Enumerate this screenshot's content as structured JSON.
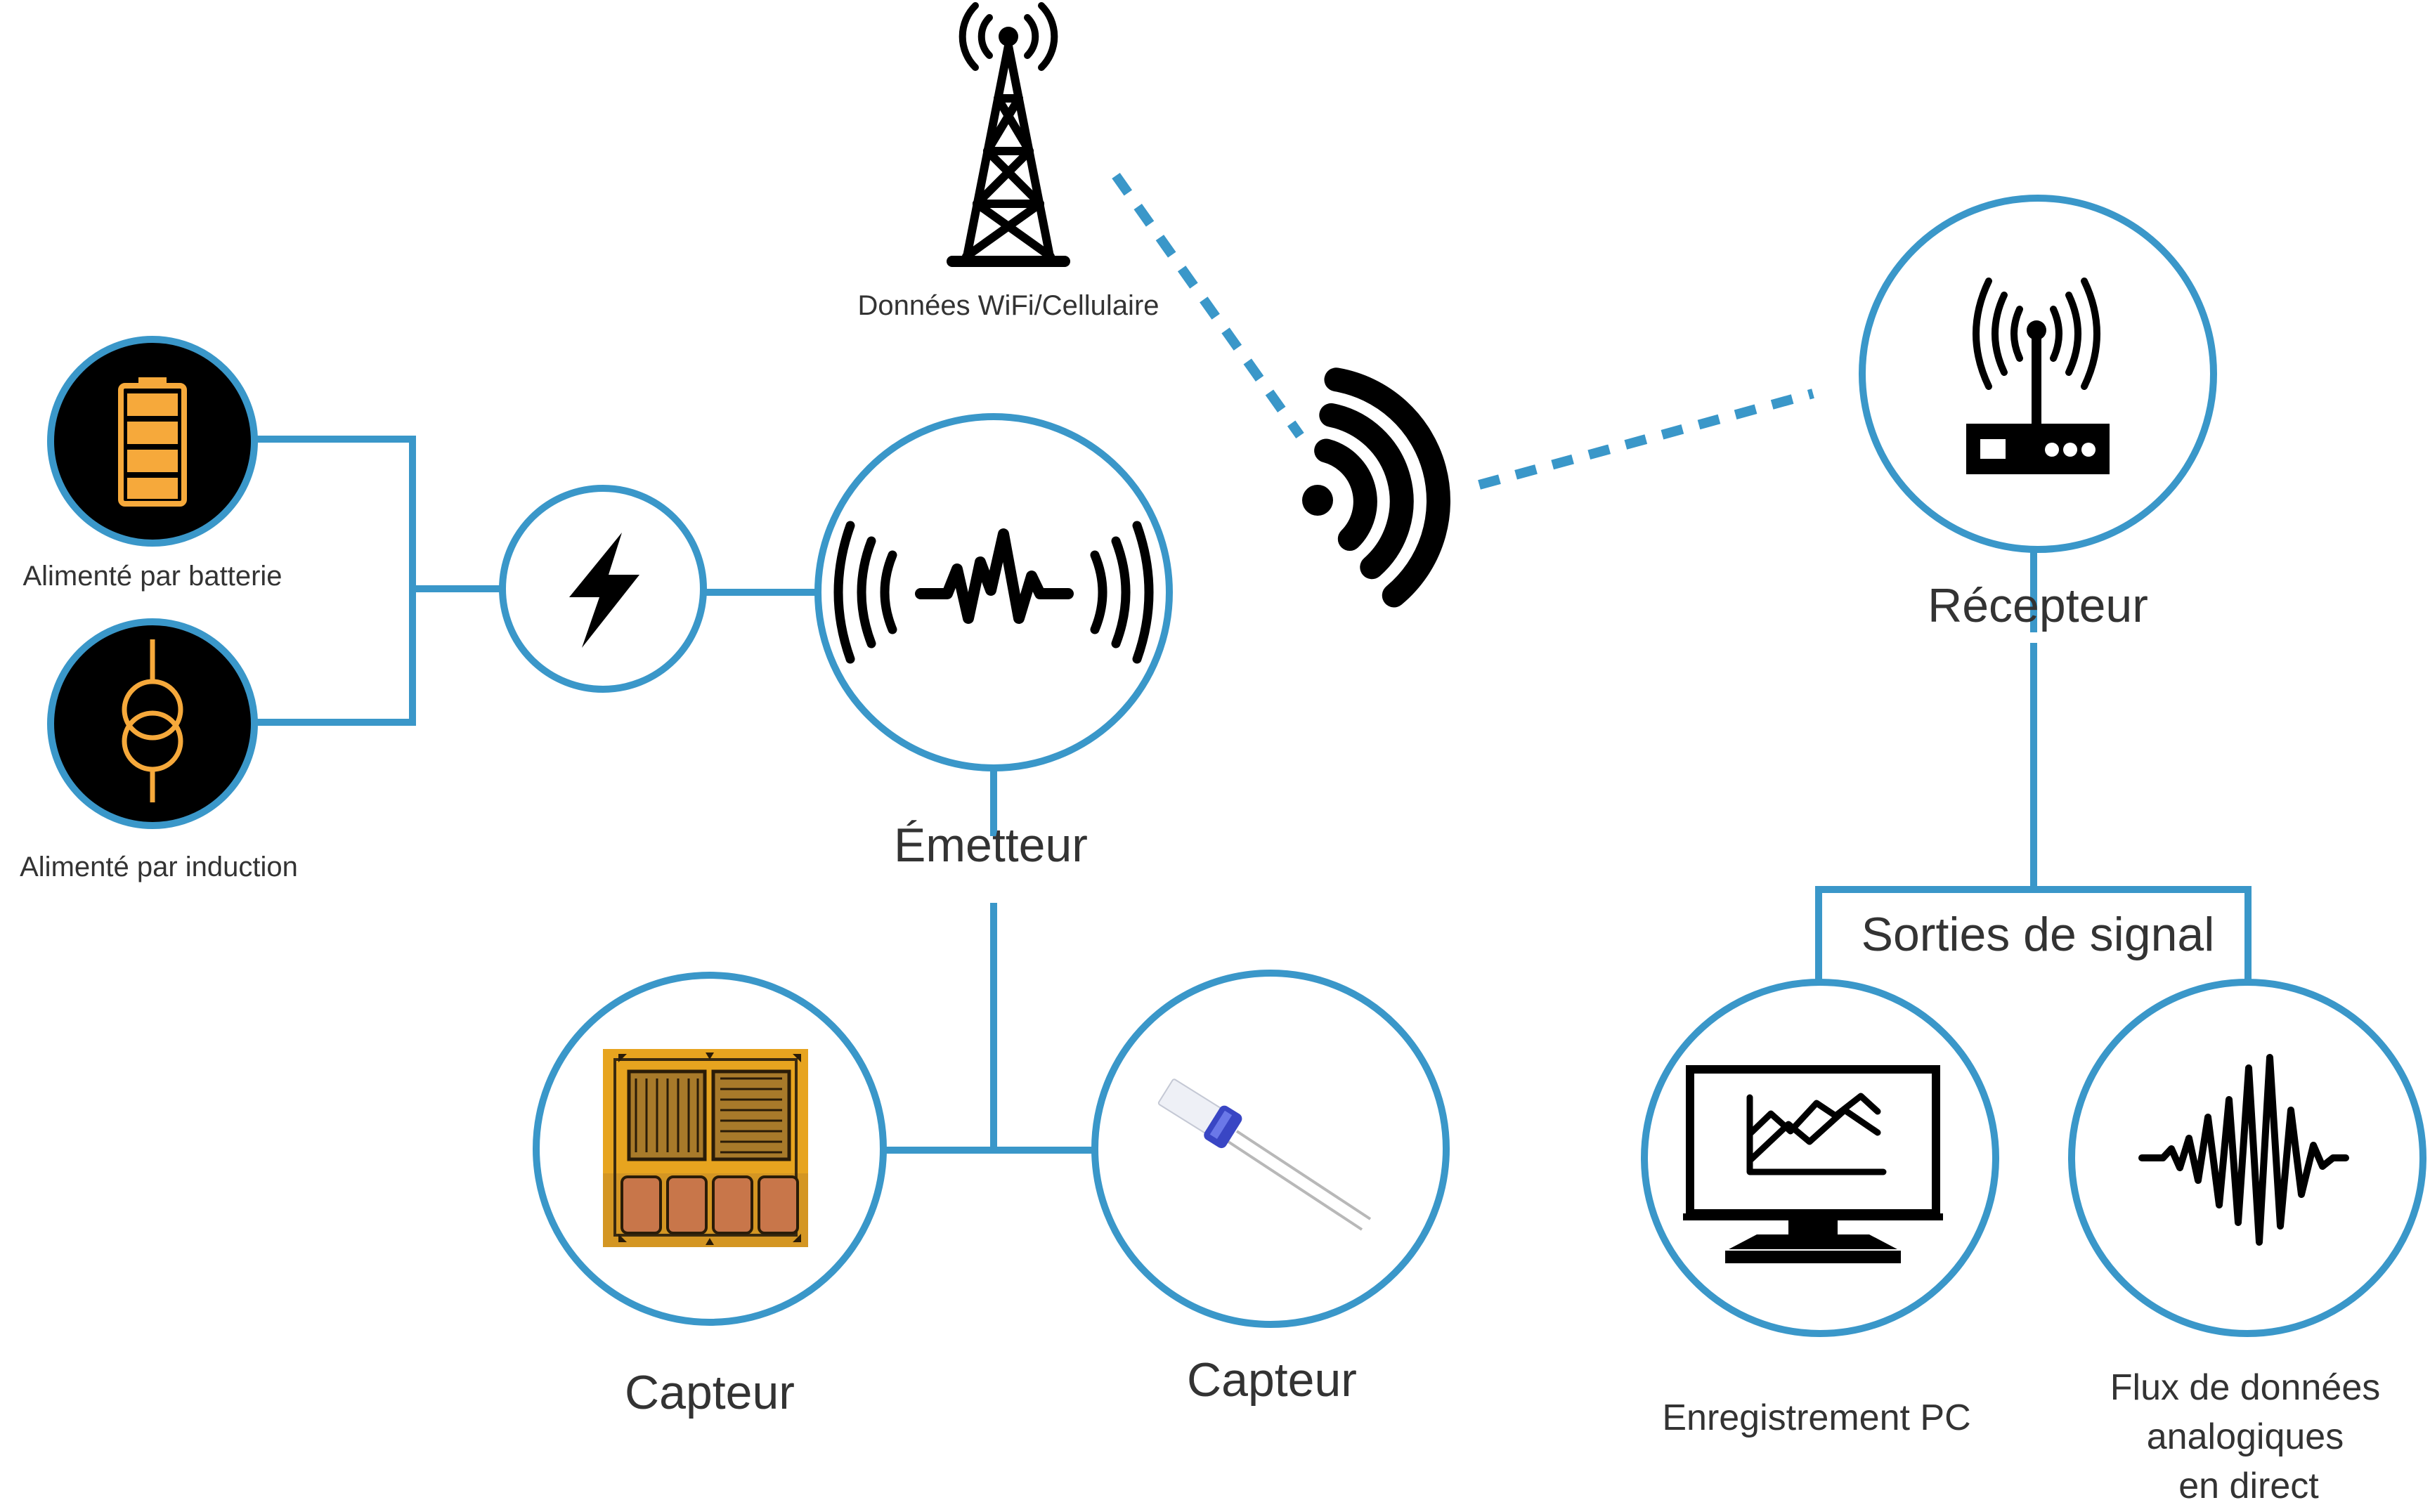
{
  "colors": {
    "accent_blue": "#3a97c9",
    "battery_orange": "#f6a93b",
    "node_black": "#000000",
    "label_gray": "#333333"
  },
  "labels": {
    "tower": "Données WiFi/Cellulaire",
    "battery": "Alimenté par batterie",
    "induction": "Alimenté par induction",
    "transmitter": "Émetteur",
    "receiver": "Récepteur",
    "signal_outputs": "Sorties de signal",
    "sensor_left": "Capteur",
    "sensor_right": "Capteur",
    "pc_recording": "Enregistrement PC",
    "analog_stream_line1": "Flux de données",
    "analog_stream_line2": "analogiques",
    "analog_stream_line3": "en direct"
  },
  "icons": {
    "tower": "cell-tower-icon",
    "wifi": "wifi-signal-icon",
    "battery": "battery-icon",
    "induction": "induction-transformer-icon",
    "power": "lightning-bolt-icon",
    "transmitter": "waveform-broadcast-icon",
    "receiver": "router-antenna-icon",
    "pc": "monitor-chart-icon",
    "analog": "analog-waveform-icon",
    "sensor_left": "strain-gauge-photo",
    "sensor_right": "sensor-probe-photo"
  }
}
